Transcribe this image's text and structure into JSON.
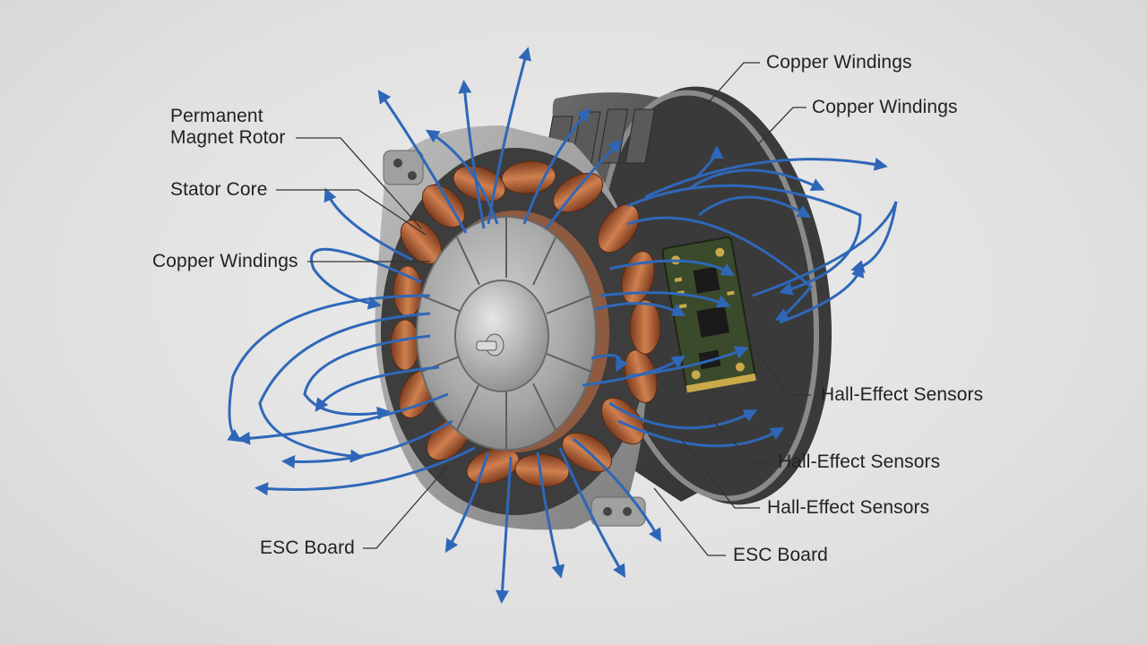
{
  "labels": {
    "permanent_magnet_rotor_line1": "Permanent",
    "permanent_magnet_rotor_line2": "Magnet Rotor",
    "stator_core": "Stator Core",
    "copper_windings_left": "Copper Windings",
    "copper_windings_top1": "Copper Windings",
    "copper_windings_top2": "Copper Windings",
    "hall_effect_1": "Hall-Effect Sensors",
    "hall_effect_2": "Hall-Effect Sensors",
    "hall_effect_3": "Hall-Effect Sensors",
    "esc_board_left": "ESC Board",
    "esc_board_right": "ESC Board"
  },
  "colors": {
    "field_arrow": "#2f67b8",
    "copper": "#b5643a",
    "steel": "#9a9a9a",
    "housing": "#4a4a4a",
    "pcb": "#3b4a2a",
    "leader": "#333333"
  }
}
